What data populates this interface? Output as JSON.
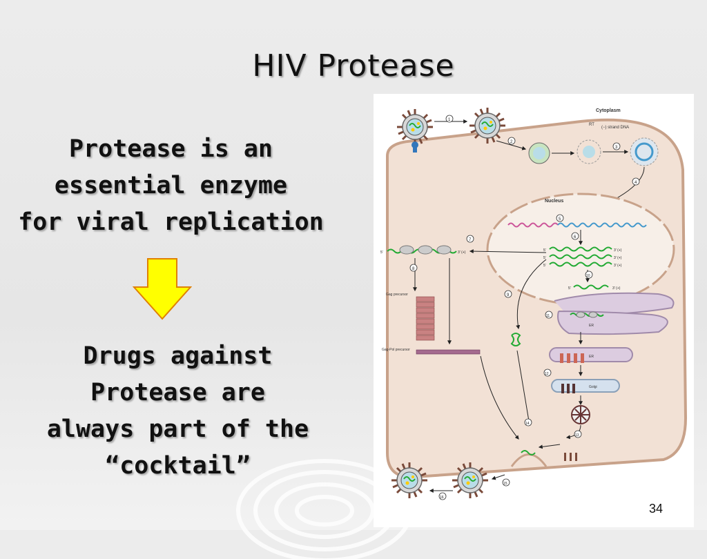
{
  "slide": {
    "title": "HIV Protease",
    "block1": [
      "Protease is an",
      "essential enzyme",
      "for viral replication"
    ],
    "block2": [
      "Drugs against",
      "Protease are",
      "always part of the",
      "“cocktail”"
    ],
    "page_number": "34"
  },
  "figure": {
    "compartments": {
      "cytoplasm": "Cytoplasm",
      "nucleus": "Nucleus",
      "er": "ER",
      "golgi": "Golgi"
    },
    "labels": {
      "rt": "RT",
      "minus_dna": "(−) strand DNA",
      "gag": "Gag precursor",
      "gagpol": "Gag-Pol precursor",
      "five_prime": "5′",
      "three_prime": "3′",
      "plus": "3′ (+)"
    },
    "steps": [
      "1",
      "2",
      "3",
      "4",
      "5",
      "6",
      "7",
      "8",
      "9",
      "10",
      "11",
      "12",
      "13",
      "14",
      "15",
      "16"
    ]
  },
  "colors": {
    "arrow_fill": "#ffff00",
    "arrow_stroke": "#e08000",
    "cell_fill": "#f2e1d5",
    "cell_stroke": "#c8a28a",
    "rna": "#22aa33",
    "dna_pink": "#cc5599",
    "dna_blue": "#4499cc"
  }
}
